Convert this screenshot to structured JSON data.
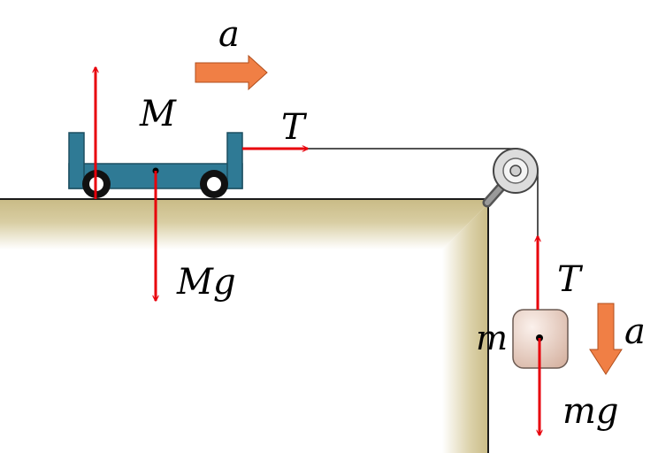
{
  "labels": {
    "accel_top": "a",
    "cart_mass": "M",
    "tension_cart": "T",
    "cart_weight": "Mg",
    "tension_block": "T",
    "block_mass": "m",
    "accel_side": "a",
    "block_weight": "mg"
  },
  "colors": {
    "force_arrow": "#e8000b",
    "accel_arrow": "#f07f45",
    "cart": "#2f7a95",
    "table": "#c9bb86",
    "block": "#e7ccc0"
  }
}
